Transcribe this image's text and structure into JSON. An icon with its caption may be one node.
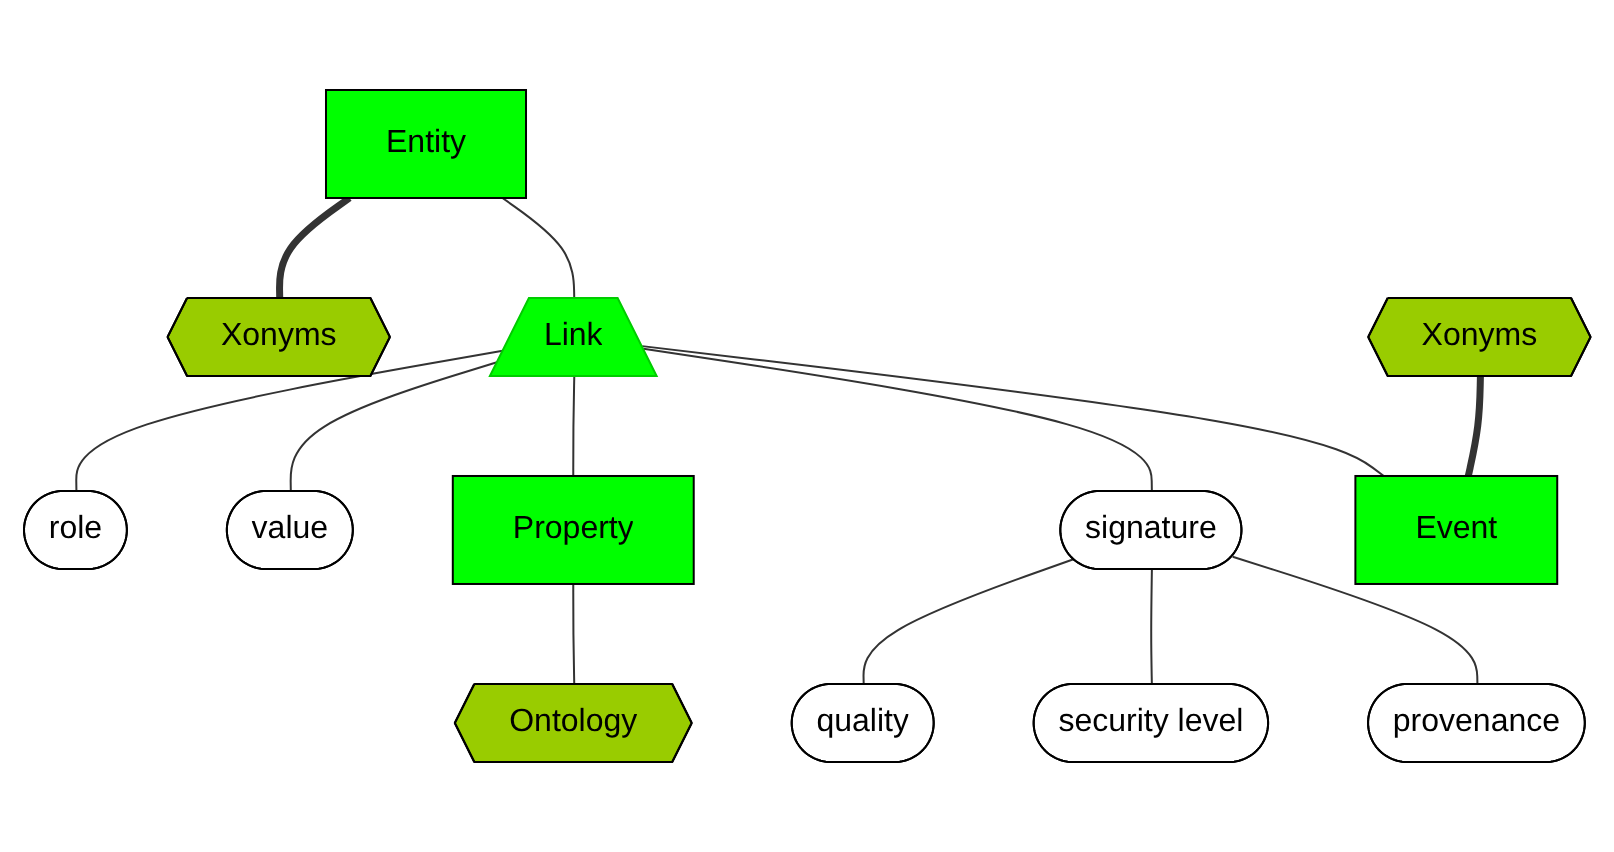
{
  "diagram": {
    "nodes": [
      {
        "text": [
          "role"
        ]
      },
      {
        "text": [
          "value"
        ]
      },
      {
        "text": [
          "Entity"
        ]
      },
      {
        "text": [
          "Property"
        ]
      },
      {
        "text": [
          "Ontology"
        ]
      },
      {
        "text": [
          "Xonyms"
        ]
      },
      {
        "text": [
          "Link"
        ]
      },
      {
        "text": [
          "signature"
        ]
      },
      {
        "text": [
          "quality"
        ]
      },
      {
        "text": [
          "security level"
        ]
      },
      {
        "text": [
          "provenance"
        ]
      },
      {
        "text": [
          "Xonyms"
        ]
      },
      {
        "text": [
          "Event"
        ]
      }
    ],
    "edges": [
      {
        "from": 6,
        "to": 0,
        "arrow": "none"
      },
      {
        "from": 6,
        "to": 1,
        "arrow": "none"
      },
      {
        "from": 2,
        "to": 6,
        "arrow": "none"
      },
      {
        "from": 6,
        "to": 3,
        "arrow": "none"
      },
      {
        "from": 3,
        "to": 4,
        "arrow": "none"
      },
      {
        "from": 2,
        "to": 5,
        "arrow": "none",
        "style": "thick"
      },
      {
        "from": 6,
        "to": 7,
        "arrow": "none"
      },
      {
        "from": 7,
        "to": 8,
        "arrow": "none"
      },
      {
        "from": 7,
        "to": 9,
        "arrow": "none"
      },
      {
        "from": 7,
        "to": 10,
        "arrow": "none"
      },
      {
        "from": 6,
        "to": 12,
        "arrow": "none"
      },
      {
        "from": 11,
        "to": 12,
        "arrow": "none",
        "style": "thick"
      }
    ]
  }
}
